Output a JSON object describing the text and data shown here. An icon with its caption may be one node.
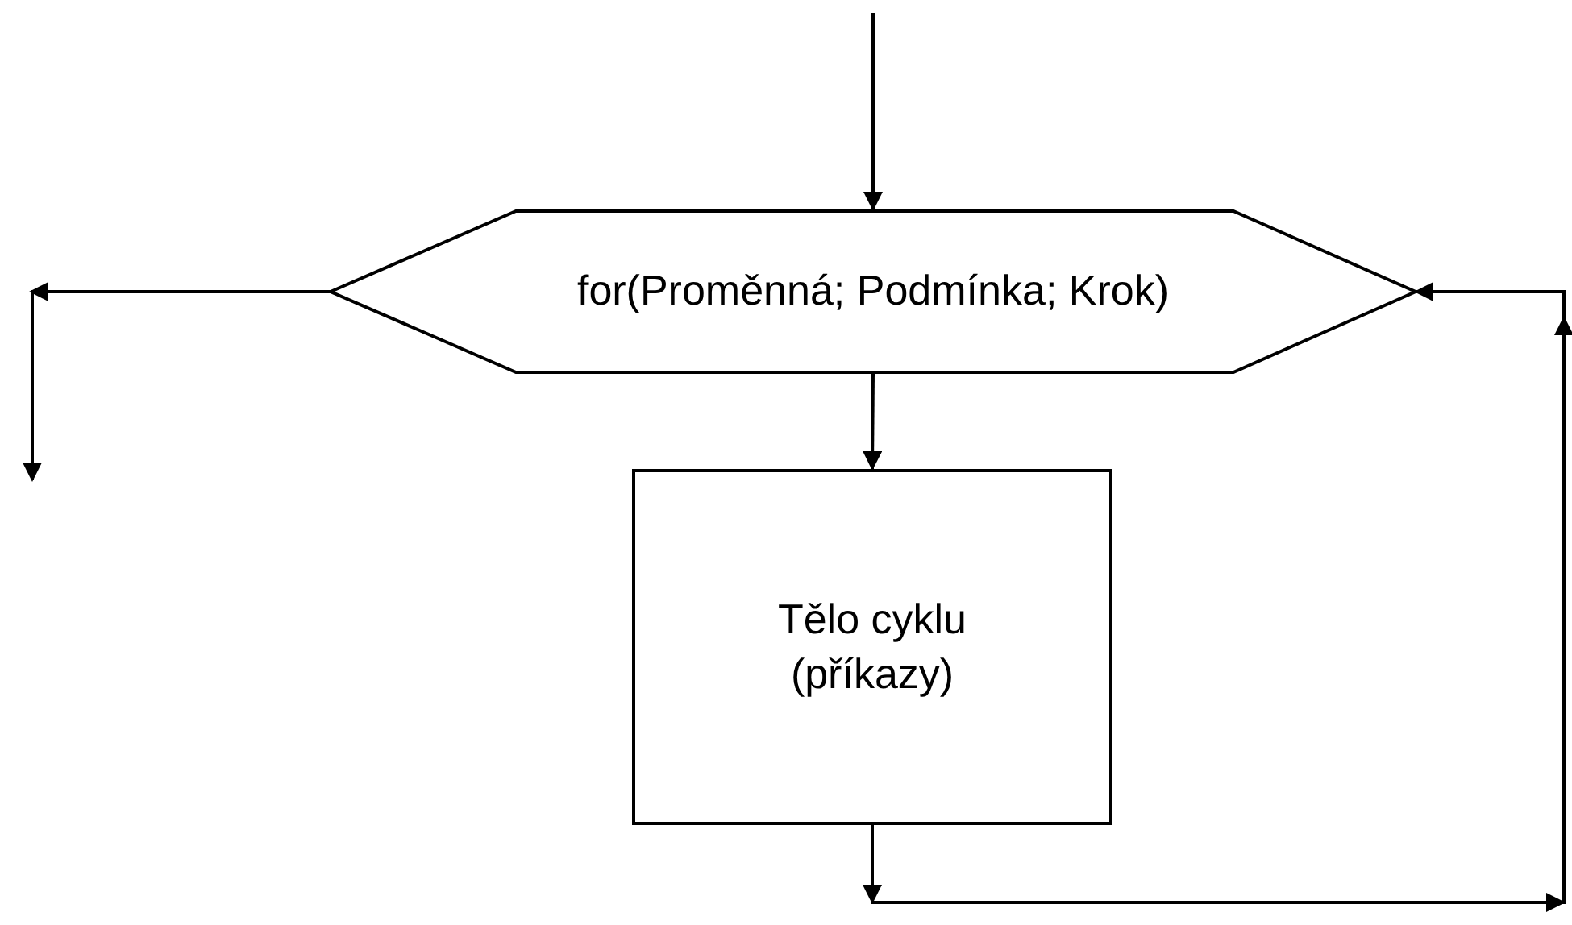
{
  "diagram": {
    "nodes": [
      {
        "text": [
          "for(Proměnná; Podmínka; Krok)"
        ]
      },
      {
        "text": [
          "Tělo cyklu (příkazy)"
        ]
      }
    ],
    "edges": [
      {
        "from": null,
        "to": 0,
        "arrow": "to"
      },
      {
        "from": 0,
        "to": 1,
        "arrow": "to"
      },
      {
        "from": 1,
        "to": 0,
        "arrow": "to"
      },
      {
        "from": 0,
        "to": null,
        "arrow": "to"
      }
    ]
  }
}
